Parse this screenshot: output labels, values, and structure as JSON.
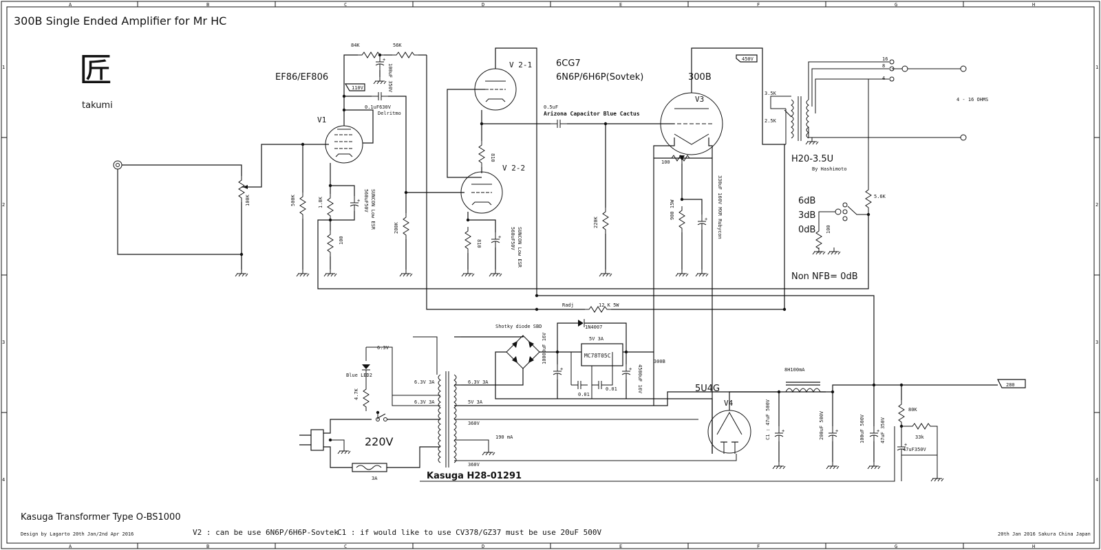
{
  "title": "300B  Single Ended Amplifier for Mr HC",
  "logo": {
    "kanji": "匠",
    "romaji": "takumi"
  },
  "grid": {
    "columns": [
      "A",
      "B",
      "C",
      "D",
      "E",
      "F",
      "G",
      "H"
    ],
    "rows": [
      "1",
      "2",
      "3",
      "4"
    ]
  },
  "tubes": {
    "v1": {
      "ref": "V1",
      "type": "EF86/EF806"
    },
    "v2_1": {
      "ref": "V 2-1"
    },
    "v2_2": {
      "ref": "V 2-2"
    },
    "v2_type_a": "6CG7",
    "v2_type_b": "6N6P/6H6P(Sovtek)",
    "v3": {
      "ref": "V3",
      "type": "300B"
    },
    "v4": {
      "ref": "V4",
      "type": "5U4G"
    }
  },
  "components": {
    "r84k": "84K",
    "r56k": "56K",
    "c100uf": "100uF 350V",
    "v110": "110V",
    "c01uf": "0.1uF630V",
    "delritmo": "Delritmo",
    "pot100k": "100K",
    "r500k": "500K",
    "r1k8": "1.8K",
    "c560a": "560uF50V",
    "suncon_a": "SUNCON Low ESR",
    "r100a": "100",
    "r200k": "200K",
    "r810a": "810",
    "r810b": "810",
    "c560b": "560uF50V",
    "suncon_b": "SUNCON Low ESR",
    "c05uf": "0.5uF",
    "arizona": "Arizona Capacitor Blue Cactus",
    "r220k": "220K",
    "pot100": "100",
    "r900": "900 15W",
    "c330": "330uF 160V MXR Rubycon",
    "v450": "450V",
    "tap35": "3.5K",
    "tap25": "2.5K",
    "out16": "16",
    "out8": "8",
    "out4": "4",
    "ohms": "4 - 16 OHMS",
    "output_tx": "H20-3.5U",
    "by_hashimoto": "By Hashimoto",
    "r56k_fb": "5.6K",
    "db6": "6dB",
    "db3": "3dB",
    "db0": "0dB",
    "r100fb": "100",
    "non_nfb": "Non NFB= 0dB",
    "radj": "Radj",
    "r12k": "12 K 5W",
    "shotky": "Shotky diode SBD",
    "d1n4007": "1N4007",
    "reg_rating": "5V 3A",
    "reg": "MC78T05C",
    "c10000": "10000uF 16V",
    "c4500": "4500uF 16V",
    "c001a": "0.01",
    "c001b": "0.01",
    "to300b": "300B",
    "v63": "6.3V",
    "led": "Blue LED2",
    "r47k": "4.7K",
    "sec63a_l": "6.3V 3A",
    "sec63b_l": "6.3V 3A",
    "sec63_r": "6.3V 3A",
    "sec5v_r": "5V 3A",
    "hv360a": "360V",
    "hv360b": "360V",
    "ma190": "190 mA",
    "mains": "220V",
    "fuse": "3A",
    "power_tx": "Kasuga H28-01291",
    "choke": "8H100mA",
    "c1": "C1 : 47uF 500V",
    "c200": "200uF 500V",
    "c100_500": "100uF 500V",
    "c47_350a": "47uF 350V",
    "r80k": "80K",
    "r33k": "33k",
    "c47_350b": "47uF350V",
    "b280": "280"
  },
  "notes": {
    "transformer_type": "Kasuga Transformer Type O-BS1000",
    "design_by": "Design by Lagarto 20th Jan/2nd Apr  2016",
    "v2_note": "V2 : can be use 6N6P/6H6P-Sovtek",
    "c1_note": "C1 : if would like to use CV378/GZ37 must be use 20uF 500V",
    "date": "20th Jan 2016 Sakura China Japan"
  }
}
